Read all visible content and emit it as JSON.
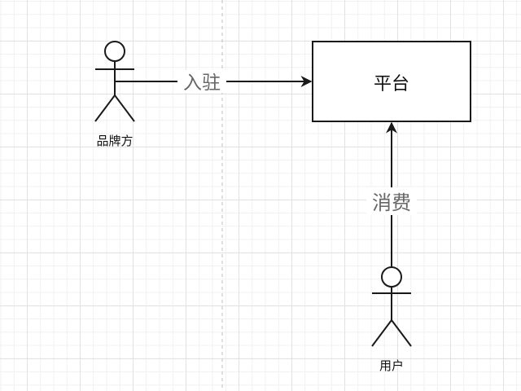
{
  "diagram": {
    "nodes": {
      "brand": {
        "label": "品牌方",
        "type": "actor"
      },
      "platform": {
        "label": "平台",
        "type": "box"
      },
      "user": {
        "label": "用户",
        "type": "actor"
      }
    },
    "edges": {
      "settle": {
        "from": "brand",
        "to": "platform",
        "label": "入驻"
      },
      "consume": {
        "from": "user",
        "to": "platform",
        "label": "消费"
      }
    },
    "colors": {
      "stroke": "#1a1a1a",
      "edge_label": "#666666",
      "divider": "#c8c8c8"
    }
  }
}
